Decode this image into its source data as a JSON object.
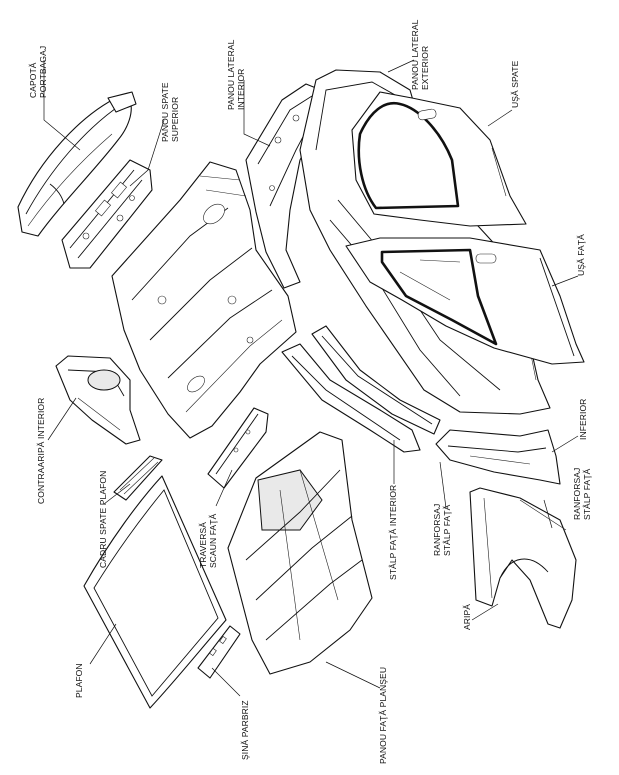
{
  "labels": {
    "capota_portbagaj": [
      "CAPOTĂ",
      "PORTBAGAJ"
    ],
    "panou_spate_superior": [
      "PANOU SPATE",
      "SUPERIOR"
    ],
    "panou_lateral_interior": [
      "PANOU LATERAL",
      "INTERIOR"
    ],
    "panou_lateral_exterior": [
      "PANOU LATERAL",
      "EXTERIOR"
    ],
    "usa_spate": [
      "UŞĂ SPATE"
    ],
    "usa_fata": [
      "UŞĂ FAŢĂ"
    ],
    "contraaripa_interior": [
      "CONTRAARIPĂ INTERIOR"
    ],
    "cadru_spate_plafon": [
      "CADRU SPATE PLAFON"
    ],
    "traversa_scaun_fata": [
      "TRAVERSĂ",
      "SCAUN FAŢĂ"
    ],
    "stalp_fata_interior": [
      "STÂLP FAŢĂ INTERIOR"
    ],
    "ranforsaj_stalp_fata_1": [
      "RANFORSAJ",
      "STÂLP FAŢĂ"
    ],
    "inferior": [
      "INFERIOR"
    ],
    "ranforsaj_stalp_fata_2": [
      "RANFORSAJ",
      "STÂLP FAŢĂ"
    ],
    "aripa": [
      "ARIPĂ"
    ],
    "plafon": [
      "PLAFON"
    ],
    "sina_parbriz": [
      "ŞINĂ PARBRIZ"
    ],
    "panou_fata_plansheu": [
      "PANOU FAŢĂ PLANŞEU"
    ]
  }
}
